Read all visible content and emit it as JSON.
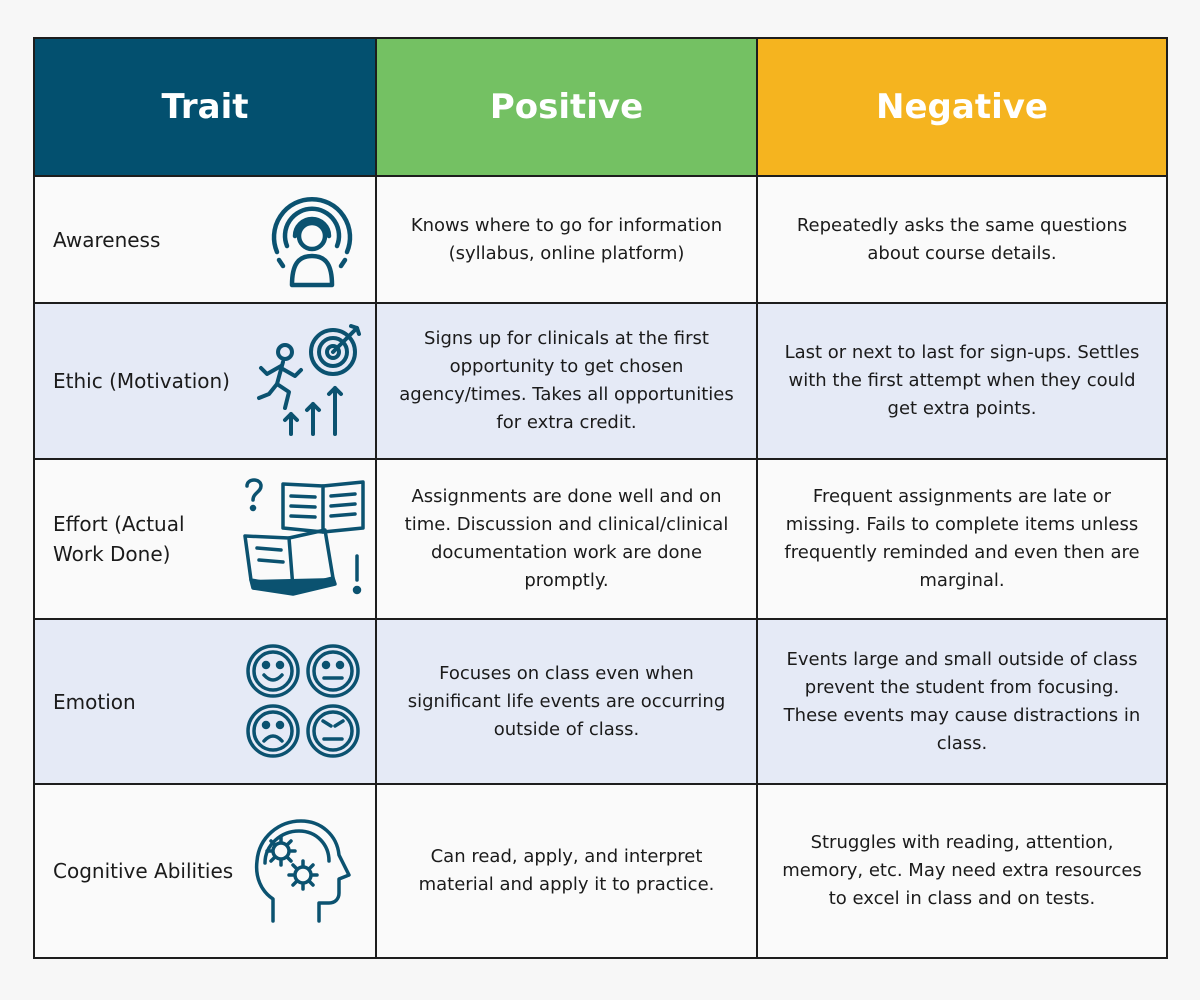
{
  "header": {
    "trait": "Trait",
    "positive": "Positive",
    "negative": "Negative"
  },
  "colors": {
    "trait_header": "#03506f",
    "positive_header": "#74c163",
    "negative_header": "#f5b41f",
    "icon": "#0b5270",
    "row_alt": "#e5eaf6"
  },
  "rows": [
    {
      "trait": "Awareness",
      "icon": "person-signal-icon",
      "positive": "Knows where to go for information (syllabus, online platform)",
      "negative": "Repeatedly asks the same questions about course details."
    },
    {
      "trait": "Ethic (Motivation)",
      "icon": "runner-target-icon",
      "positive": "Signs up for clinicals at the first opportunity to get chosen agency/times. Takes all opportunities for extra credit.",
      "negative": "Last or next to last for sign-ups. Settles with the first attempt when they could get extra points."
    },
    {
      "trait": "Effort (Actual Work Done)",
      "icon": "open-books-icon",
      "positive": "Assignments are done well and on time. Discussion and clinical/clinical documentation work are done promptly.",
      "negative": "Frequent assignments are late or missing. Fails to complete items unless frequently reminded and even then are marginal."
    },
    {
      "trait": "Emotion",
      "icon": "emotion-faces-icon",
      "positive": "Focuses on class even when significant life events are occurring outside of class.",
      "negative": "Events large and small outside of class prevent the student from focusing. These events may cause distractions in class."
    },
    {
      "trait": "Cognitive Abilities",
      "icon": "head-gears-icon",
      "positive": "Can read, apply, and interpret material and apply it to practice.",
      "negative": "Struggles with reading, attention, memory, etc. May need extra resources to excel in class and on tests."
    }
  ]
}
